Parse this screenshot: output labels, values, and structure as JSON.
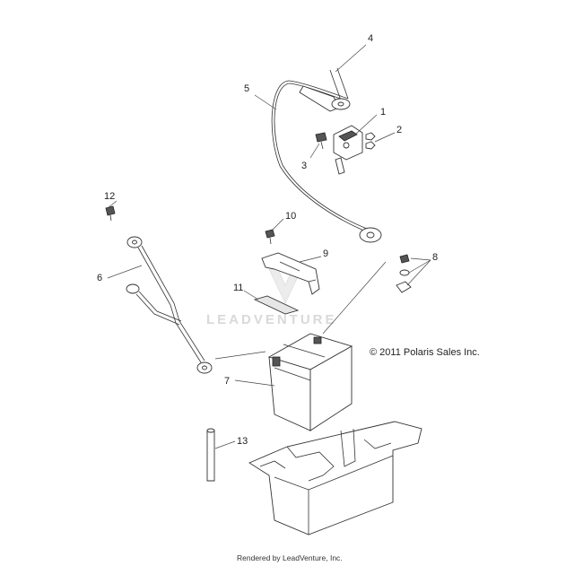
{
  "callouts": [
    {
      "num": "1"
    },
    {
      "num": "2"
    },
    {
      "num": "3"
    },
    {
      "num": "4"
    },
    {
      "num": "5"
    },
    {
      "num": "6"
    },
    {
      "num": "7"
    },
    {
      "num": "8"
    },
    {
      "num": "9"
    },
    {
      "num": "10"
    },
    {
      "num": "11"
    },
    {
      "num": "12"
    },
    {
      "num": "13"
    }
  ],
  "copyright": "© 2011 Polaris Sales Inc.",
  "watermark": "LEADVENTURE",
  "footer": "Rendered by LeadVenture, Inc."
}
